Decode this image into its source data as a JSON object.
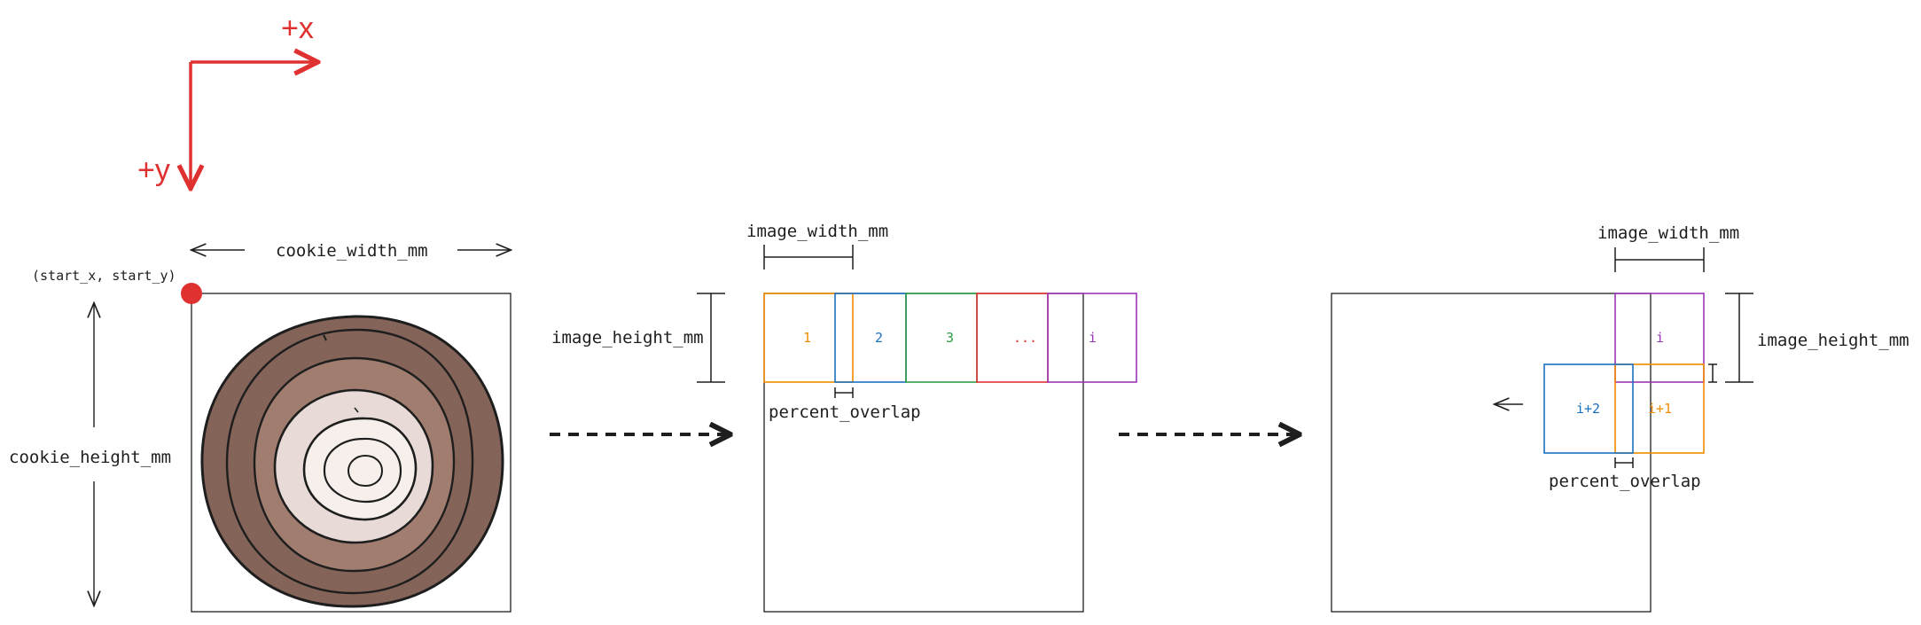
{
  "colors": {
    "ink": "#1e1e1e",
    "axis": "#e03131",
    "tile_1": "#f08c00",
    "tile_2": "#1971c2",
    "tile_3": "#2f9e44",
    "tile_4": "#e03131",
    "tile_i": "#9c36b5",
    "ring_dark": "#846358",
    "ring_mid": "#a07d6f",
    "ring_light": "#e8dbd7",
    "ring_core": "#f6efec"
  },
  "axes": {
    "x_label": "+x",
    "y_label": "+y"
  },
  "panel1": {
    "start_label": "(start_x, start_y)",
    "width_label": "cookie_width_mm",
    "height_label": "cookie_height_mm"
  },
  "panel2": {
    "width_label": "image_width_mm",
    "height_label": "image_height_mm",
    "overlap_label": "percent_overlap",
    "tiles": [
      "1",
      "2",
      "3",
      "...",
      "i"
    ]
  },
  "panel3": {
    "width_label": "image_width_mm",
    "height_label": "image_height_mm",
    "overlap_label": "percent_overlap",
    "tiles": [
      "i",
      "i+1",
      "i+2"
    ]
  }
}
